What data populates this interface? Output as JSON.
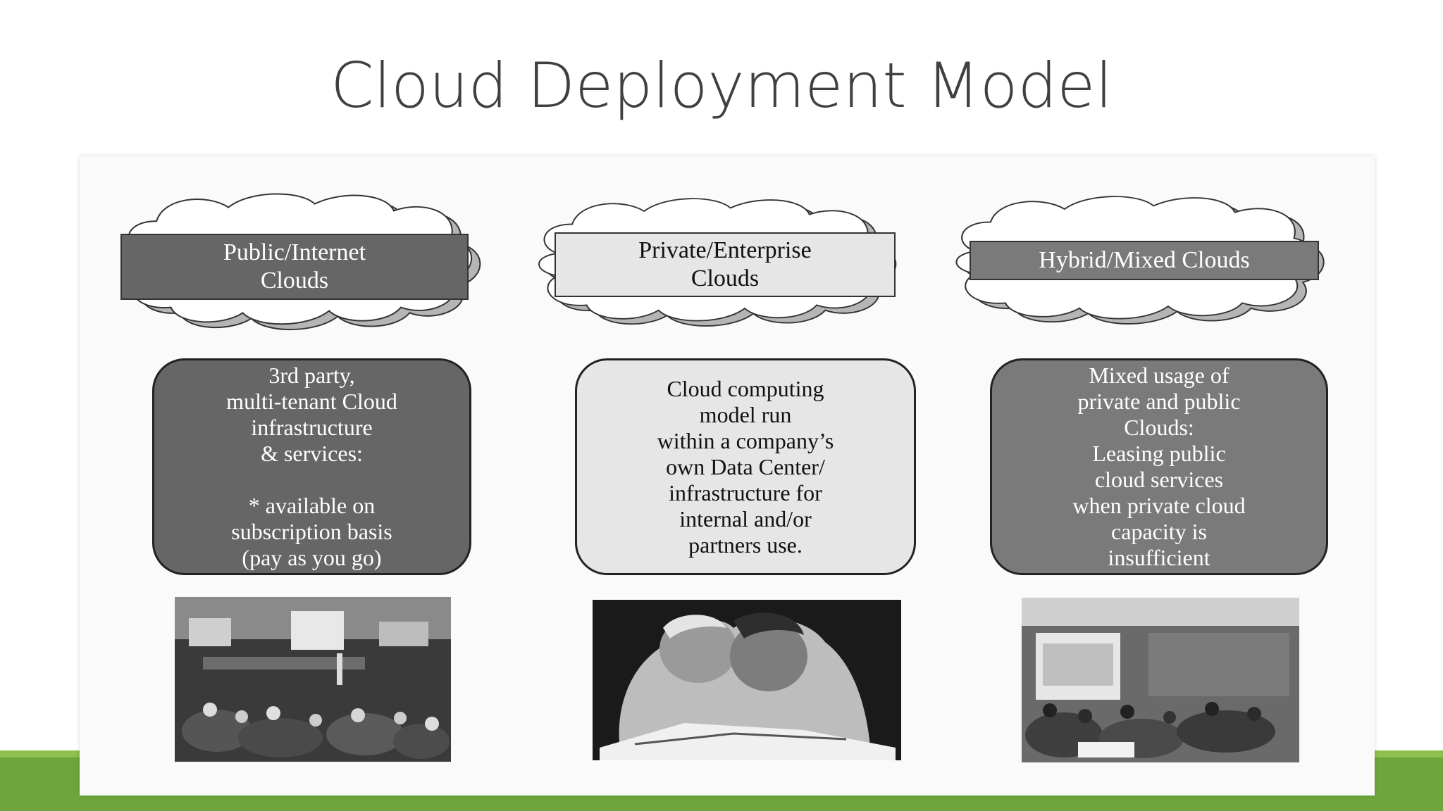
{
  "slide": {
    "title": "Cloud Deployment Model"
  },
  "models": [
    {
      "label": "Public/Internet\nClouds",
      "description": "3rd party,\nmulti-tenant Cloud\ninfrastructure\n& services:\n\n* available on\nsubscription basis\n(pay as you go)"
    },
    {
      "label": "Private/Enterprise\nClouds",
      "description": "Cloud computing\nmodel run\nwithin a company’s\nown Data Center/\ninfrastructure for\ninternal and/or\npartners use."
    },
    {
      "label": "Hybrid/Mixed Clouds",
      "description": "Mixed usage of\nprivate and public\nClouds:\nLeasing public\ncloud services\nwhen private cloud\ncapacity is\ninsufficient"
    }
  ],
  "colors": {
    "footer_green": "#6ea63c",
    "title_gray": "#404040"
  }
}
